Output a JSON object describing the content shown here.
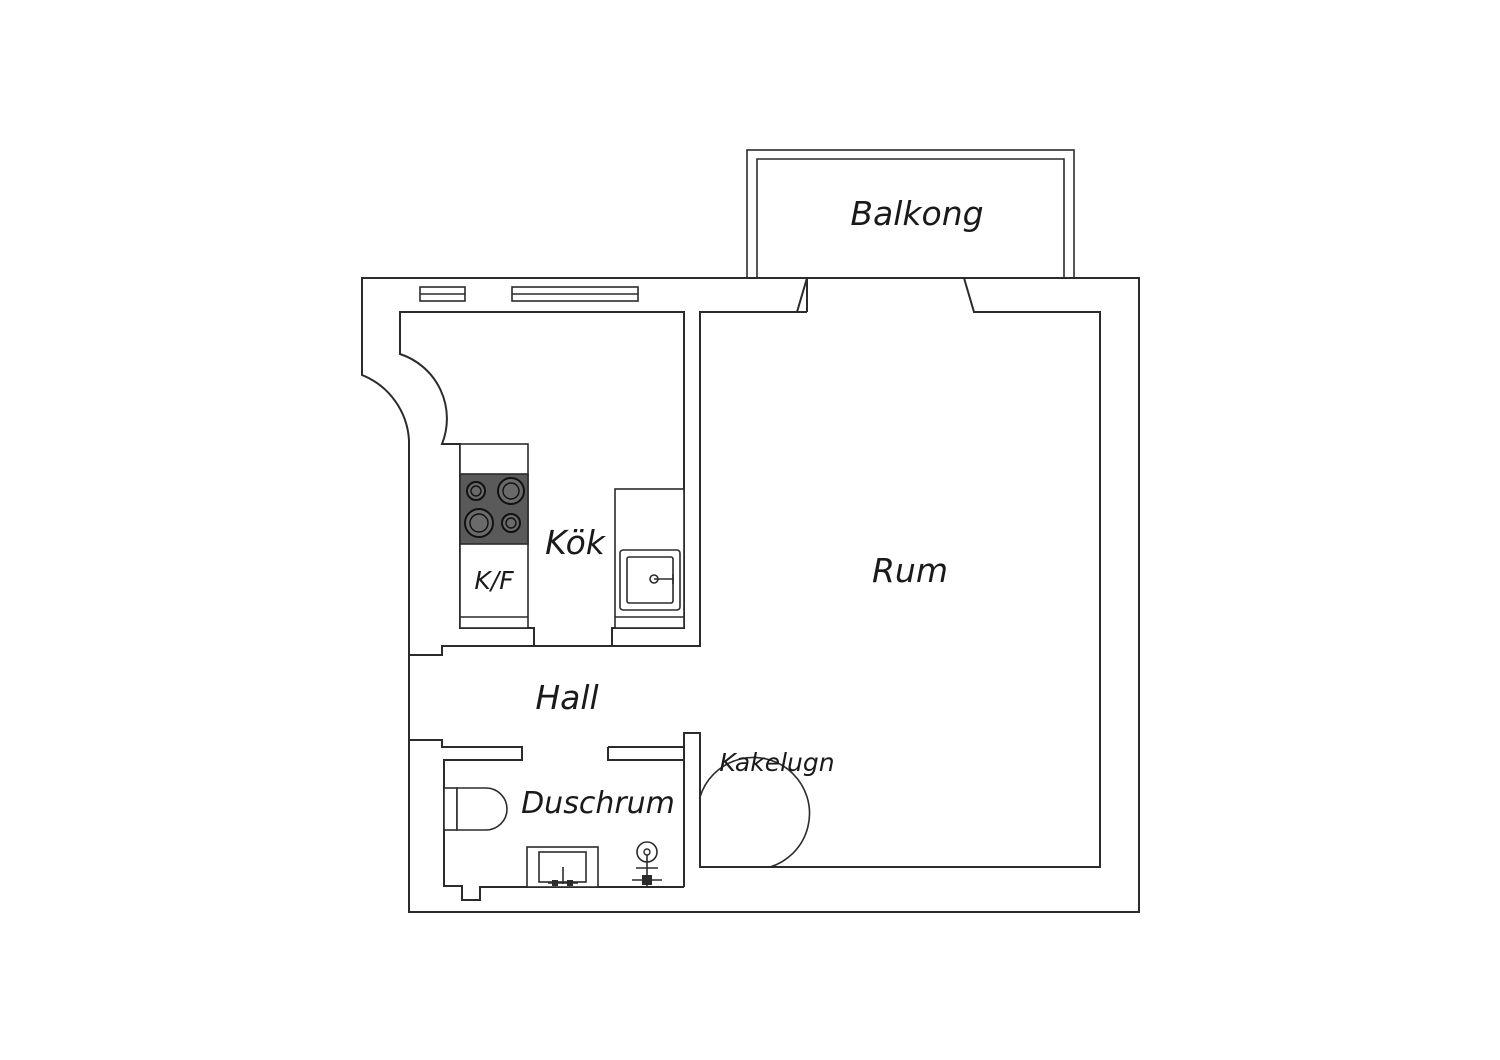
{
  "rooms": {
    "balcony": "Balkong",
    "living_room": "Rum",
    "kitchen": "Kök",
    "fridge_freezer": "K/F",
    "hall": "Hall",
    "tiled_stove": "Kakelugn",
    "shower_room": "Duschrum"
  },
  "colors": {
    "wall": "#2b2b2b",
    "stove_top": "#5a5a5a",
    "background": "#ffffff"
  },
  "icons": [
    "stove-icon",
    "sink-icon",
    "toilet-icon",
    "washbasin-icon",
    "shower-icon",
    "tiled-stove-icon",
    "window-icon"
  ]
}
